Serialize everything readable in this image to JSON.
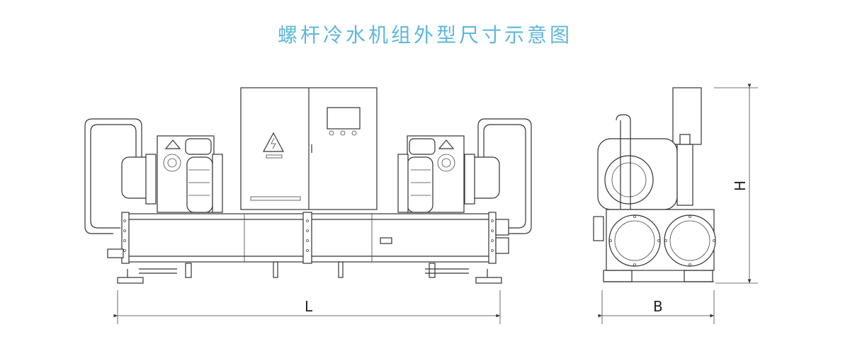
{
  "title": "螺杆冷水机组外型尺寸示意图",
  "dimensions": {
    "length_label": "L",
    "width_label": "B",
    "height_label": "H"
  }
}
